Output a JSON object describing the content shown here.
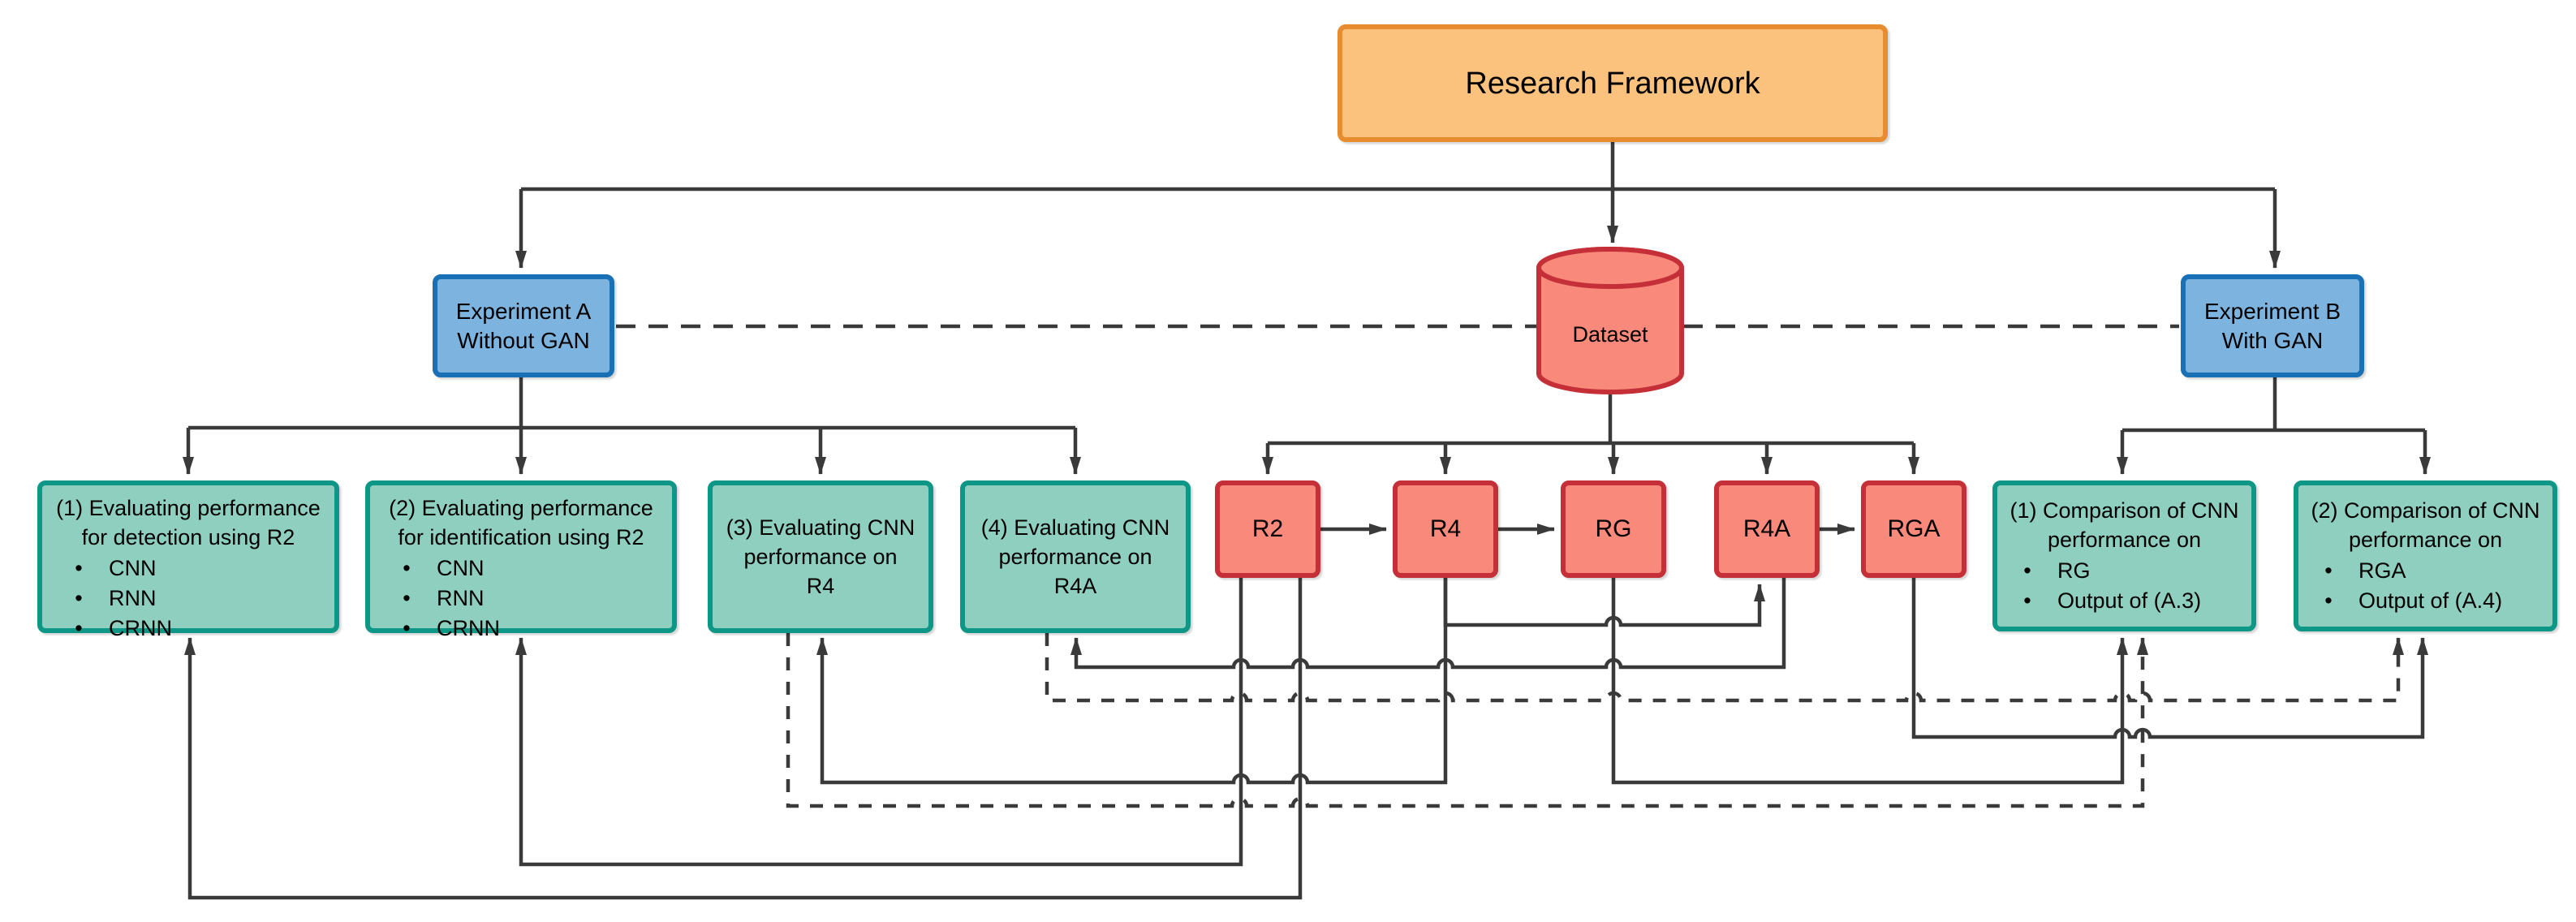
{
  "colors": {
    "line": "#3a3a3a",
    "orange_fill": "#FBC27D",
    "orange_border": "#E88D2F",
    "blue_fill": "#7CB3DF",
    "blue_border": "#1A70B5",
    "red_fill": "#F8897B",
    "red_border": "#C42F38",
    "teal_fill": "#8FCFC0",
    "teal_border": "#0E9786"
  },
  "root": {
    "label": "Research Framework"
  },
  "experiment_a": {
    "lines": [
      "Experiment A",
      "Without GAN"
    ]
  },
  "dataset": {
    "label": "Dataset"
  },
  "experiment_b": {
    "lines": [
      "Experiment B",
      "With GAN"
    ]
  },
  "eval_boxes": [
    {
      "title_lines": [
        "(1) Evaluating performance",
        "for detection using R2"
      ],
      "bullets": [
        "CNN",
        "RNN",
        "CRNN"
      ]
    },
    {
      "title_lines": [
        "(2) Evaluating performance",
        "for identification using R2"
      ],
      "bullets": [
        "CNN",
        "RNN",
        "CRNN"
      ]
    },
    {
      "title_lines": [
        "(3) Evaluating CNN",
        "performance on",
        "R4"
      ],
      "bullets": []
    },
    {
      "title_lines": [
        "(4) Evaluating CNN",
        "performance on",
        "R4A"
      ],
      "bullets": []
    }
  ],
  "data_chain": {
    "labels": [
      "R2",
      "R4",
      "RG",
      "R4A",
      "RGA"
    ]
  },
  "comparison_boxes": [
    {
      "title_lines": [
        "(1) Comparison of CNN",
        "performance on"
      ],
      "bullets": [
        "RG",
        "Output of (A.3)"
      ]
    },
    {
      "title_lines": [
        "(2) Comparison of CNN",
        "performance on"
      ],
      "bullets": [
        "RGA",
        "Output of (A.4)"
      ]
    }
  ]
}
